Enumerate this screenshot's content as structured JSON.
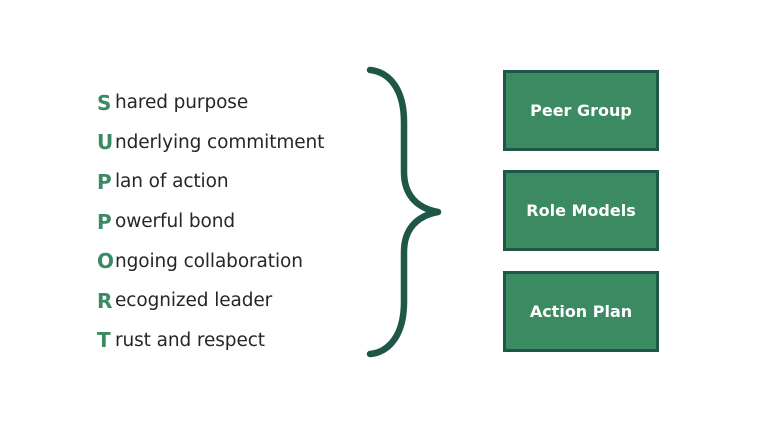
{
  "acrostic": [
    {
      "letter": "S",
      "rest": "hared purpose"
    },
    {
      "letter": "U",
      "rest": "nderlying commitment"
    },
    {
      "letter": "P",
      "rest": "lan of action"
    },
    {
      "letter": "P",
      "rest": "owerful bond"
    },
    {
      "letter": "O",
      "rest": "ngoing collaboration"
    },
    {
      "letter": "R",
      "rest": "ecognized leader"
    },
    {
      "letter": "T",
      "rest": "rust and respect"
    }
  ],
  "boxes": [
    "Peer Group",
    "Role Models",
    "Action Plan"
  ],
  "colors": {
    "accent_green": "#3c8a61",
    "dark_green": "#1e5648",
    "text": "#262626",
    "background": "#ffffff"
  }
}
